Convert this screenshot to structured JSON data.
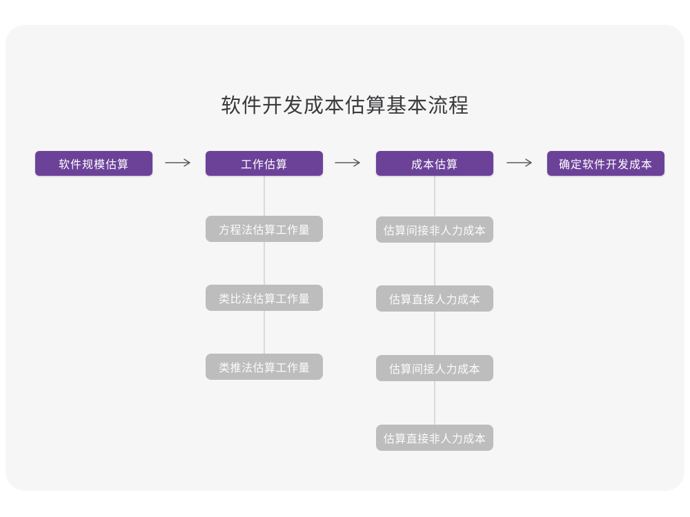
{
  "page": {
    "title": "软件开发成本估算基本流程"
  },
  "colors": {
    "card_background": "#f6f6f6",
    "stage_purple": "#6c4299",
    "sub_gray": "#bdbdbd",
    "connector_gray": "#d9d9d9",
    "arrow_gray": "#58585a",
    "title_text": "#3b3b3d",
    "box_text": "#ffffff"
  },
  "flow": {
    "stages": [
      {
        "label": "软件规模估算"
      },
      {
        "label": "工作估算"
      },
      {
        "label": "成本估算"
      },
      {
        "label": "确定软件开发成本"
      }
    ],
    "work_methods": [
      "方程法估算工作量",
      "类比法估算工作量",
      "类推法估算工作量"
    ],
    "cost_steps": [
      "估算间接非人力成本",
      "估算直接人力成本",
      "估算间接人力成本",
      "估算直接非人力成本"
    ]
  }
}
